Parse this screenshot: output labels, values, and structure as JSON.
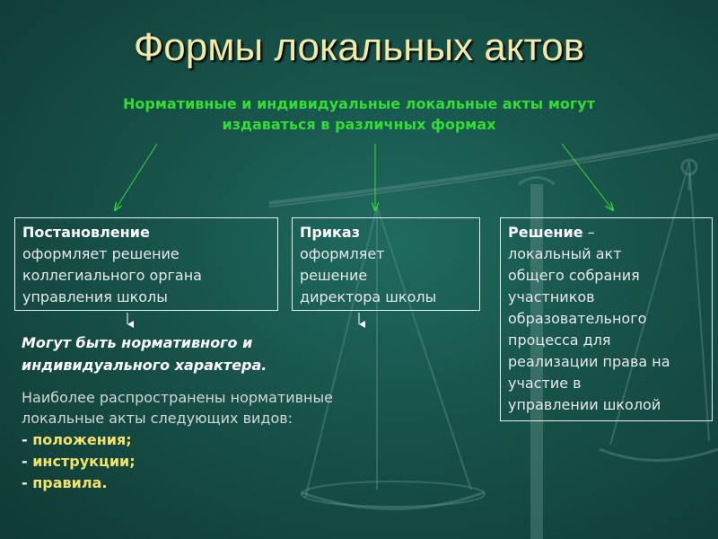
{
  "title": "Формы локальных актов",
  "subtitle_line1": "Нормативные и индивидуальные локальные акты могут",
  "subtitle_line2": "издаваться в различных формах",
  "box1": {
    "head": "Постановление",
    "lines": [
      "оформляет решение",
      "коллегиального органа",
      "управления школы"
    ]
  },
  "box2": {
    "head": "Приказ",
    "lines": [
      "оформляет",
      "решение",
      "директора школы"
    ]
  },
  "box3": {
    "head": "Решение",
    "head_suffix": " –",
    "lines": [
      "локальный акт",
      "общего собрания",
      "участников",
      "образовательного",
      "процесса для",
      "реализации права на",
      "участие в",
      "управлении школой"
    ]
  },
  "character_line1": "Могут быть нормативного и",
  "character_line2": "индивидуального характера.",
  "desc_line1": "Наиболее распространены нормативные",
  "desc_line2": "локальные акты следующих видов:",
  "list": [
    "положения;",
    "инструкции;",
    "правила."
  ],
  "colors": {
    "title": "#f3e9a6",
    "subtitle": "#33dd33",
    "arrow": "#33dd33",
    "list_value": "#f3e26a"
  }
}
